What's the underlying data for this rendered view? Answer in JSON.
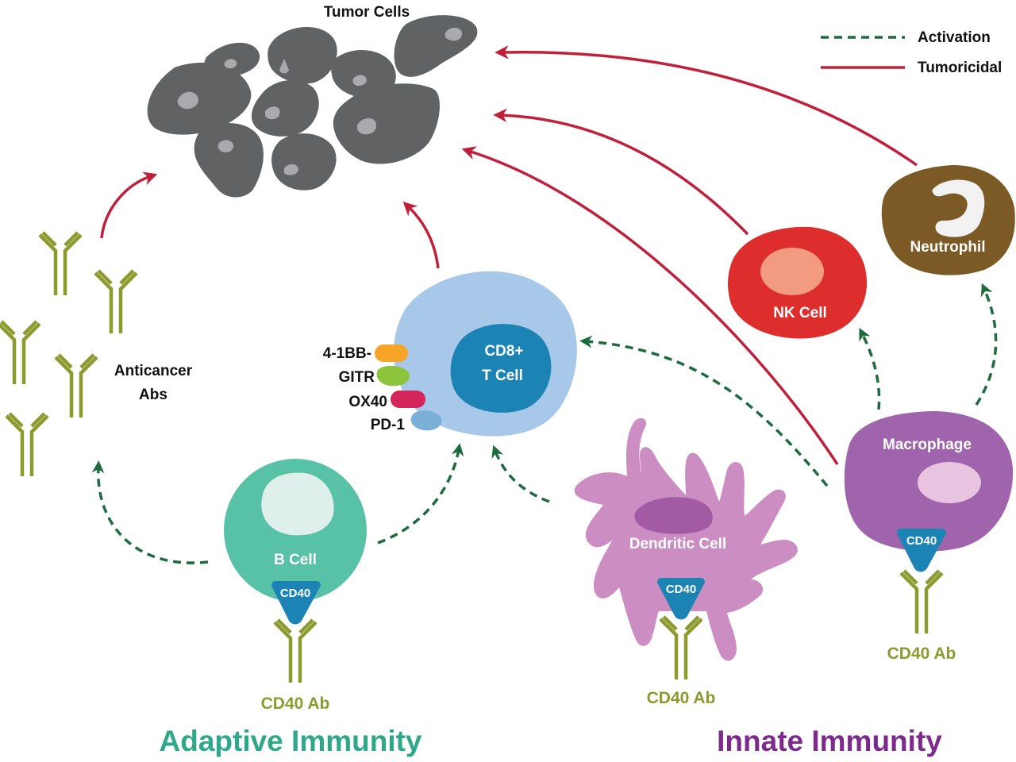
{
  "legend": {
    "activation": "Activation",
    "tumoricidal": "Tumoricidal"
  },
  "tumor": {
    "label": "Tumor Cells"
  },
  "antibodies": {
    "label_line1": "Anticancer",
    "label_line2": "Abs"
  },
  "t_cell": {
    "name_line1": "CD8+",
    "name_line2": "T Cell",
    "receptors": [
      "4-1BB-",
      "GITR",
      "OX40",
      "PD-1"
    ]
  },
  "b_cell": {
    "label": "B Cell",
    "receptor": "CD40",
    "antibody": "CD40 Ab"
  },
  "dendritic_cell": {
    "label": "Dendritic Cell",
    "receptor": "CD40",
    "antibody": "CD40 Ab"
  },
  "macrophage": {
    "label": "Macrophage",
    "receptor": "CD40",
    "antibody": "CD40 Ab"
  },
  "nk_cell": {
    "label": "NK Cell"
  },
  "neutrophil": {
    "label": "Neutrophil"
  },
  "sections": {
    "adaptive": "Adaptive Immunity",
    "innate": "Innate Immunity"
  },
  "colors": {
    "activation": "#1e6b3e",
    "tumoricidal": "#c0203a",
    "tumor": "#616264",
    "antibody": "#8c9a2e",
    "t_cell": "#a7c8e8",
    "t_nucleus": "#1b84b4",
    "b_cell": "#58c2a6",
    "dendritic": "#cc8ec2",
    "macrophage": "#a064ac",
    "nk_cell": "#dd2d2d",
    "neutrophil": "#7b5a26",
    "cd40": "#1b84b4",
    "adaptive_title": "#2fa889",
    "innate_title": "#7c2a8c"
  }
}
